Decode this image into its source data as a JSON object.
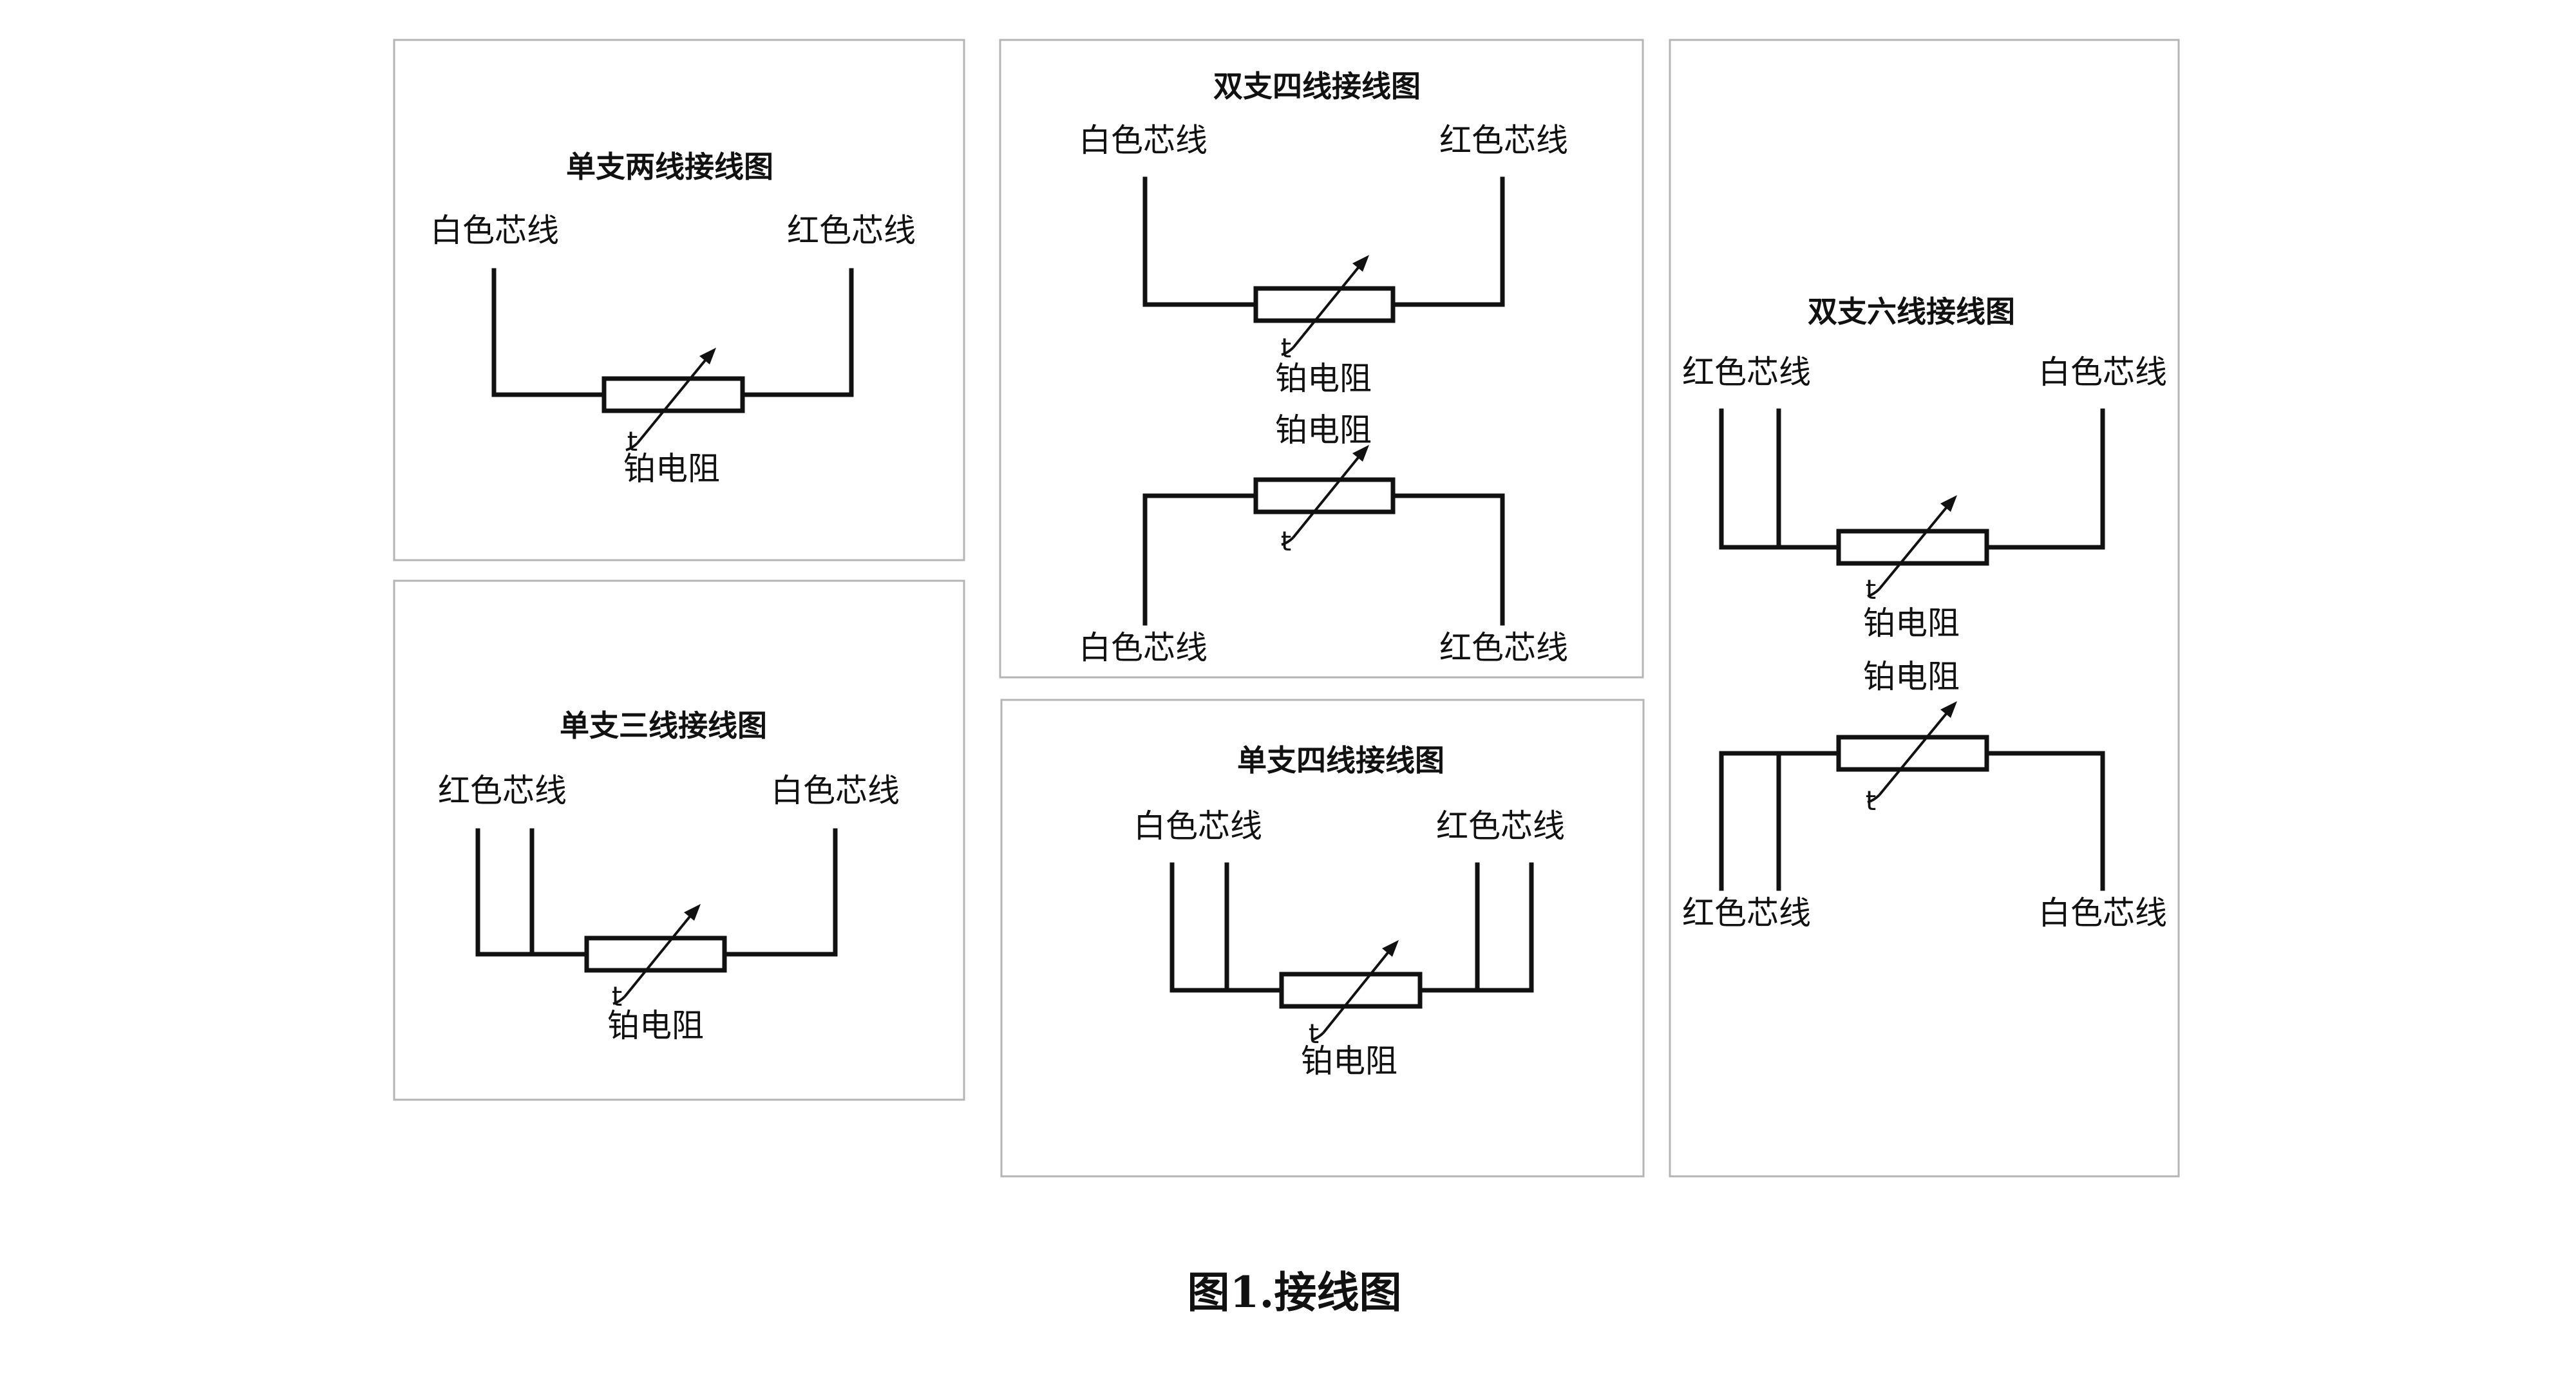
{
  "caption": "图1.接线图",
  "labels": {
    "white_core": "白色芯线",
    "red_core": "红色芯线",
    "platinum_resistor": "铂电阻",
    "t_symbol": "t"
  },
  "diagrams": {
    "single_two_wire": {
      "title": "单支两线接线图"
    },
    "single_three_wire": {
      "title": "单支三线接线图"
    },
    "dual_four_wire": {
      "title": "双支四线接线图"
    },
    "single_four_wire": {
      "title": "单支四线接线图"
    },
    "dual_six_wire": {
      "title": "双支六线接线图"
    }
  }
}
